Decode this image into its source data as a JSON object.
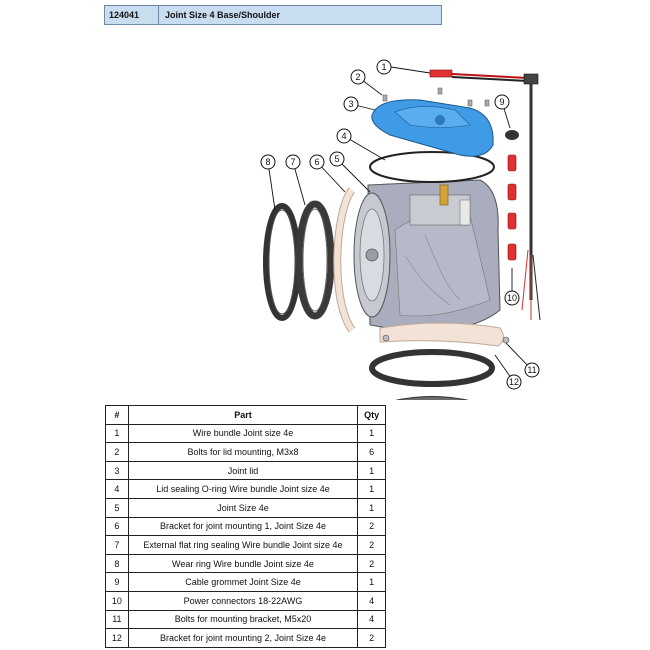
{
  "header": {
    "code": "124041",
    "title": "Joint Size 4 Base/Shoulder"
  },
  "callouts": [
    {
      "id": "c1",
      "num": "1"
    },
    {
      "id": "c2",
      "num": "2"
    },
    {
      "id": "c3",
      "num": "3"
    },
    {
      "id": "c4",
      "num": "4"
    },
    {
      "id": "c5",
      "num": "5"
    },
    {
      "id": "c6",
      "num": "6"
    },
    {
      "id": "c7",
      "num": "7"
    },
    {
      "id": "c8",
      "num": "8"
    },
    {
      "id": "c9",
      "num": "9"
    },
    {
      "id": "c10",
      "num": "10"
    },
    {
      "id": "c11",
      "num": "11"
    },
    {
      "id": "c12",
      "num": "12"
    }
  ],
  "colors": {
    "lid_blue": "#3f9be6",
    "body_grey": "#a9adbd",
    "ring_dark": "#333333",
    "connector_red": "#e03030",
    "bracket_tan": "#f3e3d6"
  },
  "table": {
    "headers": {
      "num": "#",
      "part": "Part",
      "qty": "Qty"
    },
    "rows": [
      {
        "num": "1",
        "part": "Wire bundle Joint size 4e",
        "qty": "1"
      },
      {
        "num": "2",
        "part": "Bolts for lid mounting, M3x8",
        "qty": "6"
      },
      {
        "num": "3",
        "part": "Joint lid",
        "qty": "1"
      },
      {
        "num": "4",
        "part": "Lid sealing O-ring Wire bundle Joint size 4e",
        "qty": "1"
      },
      {
        "num": "5",
        "part": "Joint Size 4e",
        "qty": "1"
      },
      {
        "num": "6",
        "part": "Bracket for joint mounting 1, Joint Size 4e",
        "qty": "2"
      },
      {
        "num": "7",
        "part": "External flat ring sealing Wire bundle Joint size 4e",
        "qty": "2"
      },
      {
        "num": "8",
        "part": "Wear ring Wire bundle Joint size 4e",
        "qty": "2"
      },
      {
        "num": "9",
        "part": "Cable grommet Joint Size 4e",
        "qty": "1"
      },
      {
        "num": "10",
        "part": "Power connectors 18-22AWG",
        "qty": "4"
      },
      {
        "num": "11",
        "part": "Bolts for mounting bracket, M5x20",
        "qty": "4"
      },
      {
        "num": "12",
        "part": "Bracket for joint mounting 2, Joint Size 4e",
        "qty": "2"
      }
    ]
  }
}
